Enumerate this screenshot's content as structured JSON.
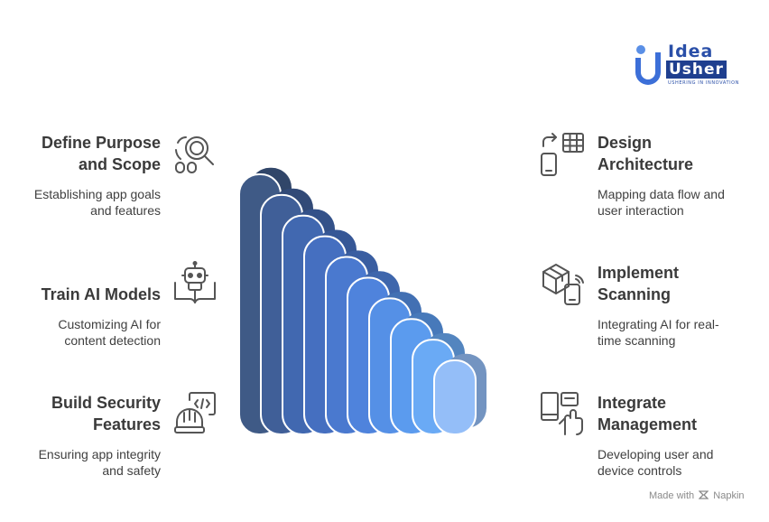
{
  "logo": {
    "line1": "Idea",
    "line2": "Usher",
    "tagline": "USHERING IN INNOVATION"
  },
  "steps": [
    {
      "title_lines": [
        "Define Purpose",
        "and Scope"
      ],
      "desc_lines": [
        "Establishing app goals",
        "and features"
      ],
      "icon": "search-people-icon"
    },
    {
      "title_lines": [
        "Design",
        "Architecture"
      ],
      "desc_lines": [
        "Mapping data flow and",
        "user interaction"
      ],
      "icon": "architecture-layout-icon"
    },
    {
      "title_lines": [
        "Train AI Models"
      ],
      "desc_lines": [
        "Customizing AI for",
        "content detection"
      ],
      "icon": "robot-book-icon"
    },
    {
      "title_lines": [
        "Implement",
        "Scanning"
      ],
      "desc_lines": [
        "Integrating AI for real-",
        "time scanning"
      ],
      "icon": "package-scan-icon"
    },
    {
      "title_lines": [
        "Build Security",
        "Features"
      ],
      "desc_lines": [
        "Ensuring app integrity",
        "and safety"
      ],
      "icon": "code-helmet-icon"
    },
    {
      "title_lines": [
        "Integrate",
        "Management"
      ],
      "desc_lines": [
        "Developing user and",
        "device controls"
      ],
      "icon": "device-touch-icon"
    }
  ],
  "colors": {
    "layers": [
      "#3f5a86",
      "#405f98",
      "#4168b0",
      "#456fc0",
      "#4a79cf",
      "#4f83dc",
      "#5590e6",
      "#5b9bee",
      "#6aaaf5",
      "#94bef8"
    ],
    "text": "#3a3a3a",
    "icon": "#555555"
  },
  "credit": {
    "prefix": "Made with",
    "brand": "Napkin",
    "icon": "napkin-logo-icon"
  }
}
